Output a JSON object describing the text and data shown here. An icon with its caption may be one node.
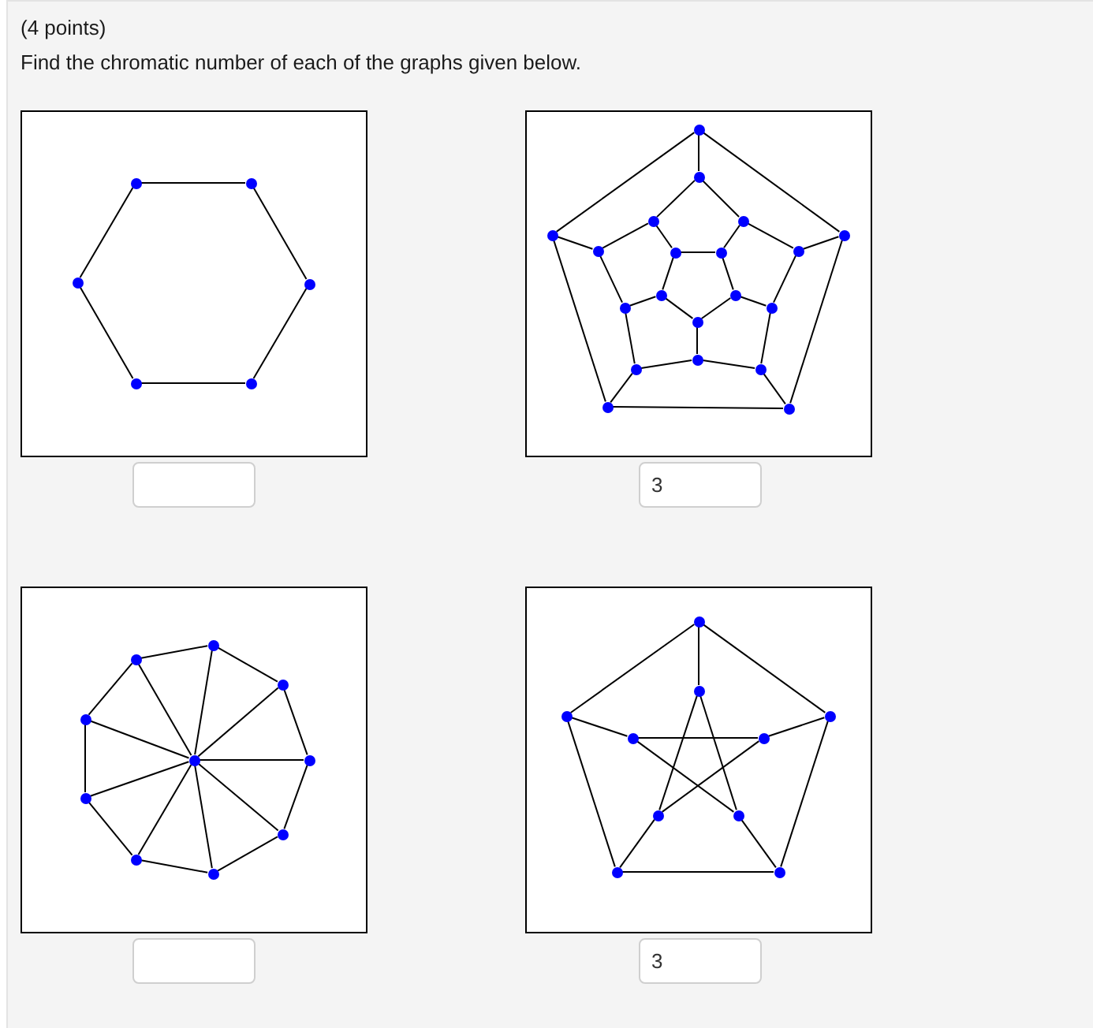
{
  "diagram": {
    "nodes": [
      {
        "text": [],
        "shape": "box"
      },
      {
        "text": [],
        "shape": "circle",
        "in": 0
      },
      {
        "text": [],
        "shape": "circle",
        "in": 0
      },
      {
        "text": [],
        "shape": "circle",
        "in": 0
      },
      {
        "text": [],
        "shape": "circle",
        "in": 0
      },
      {
        "text": [],
        "shape": "circle",
        "in": 0
      },
      {
        "text": [],
        "shape": "circle",
        "in": 0
      },
      {
        "text": [],
        "shape": "box"
      },
      {
        "text": [],
        "shape": "circle",
        "in": 7
      },
      {
        "text": [],
        "shape": "circle",
        "in": 7
      },
      {
        "text": [],
        "shape": "circle",
        "in": 7
      },
      {
        "text": [],
        "shape": "circle",
        "in": 7
      },
      {
        "text": [],
        "shape": "circle",
        "in": 7
      },
      {
        "text": [],
        "shape": "circle",
        "in": 7
      },
      {
        "text": [],
        "shape": "circle",
        "in": 7
      },
      {
        "text": [],
        "shape": "circle",
        "in": 7
      },
      {
        "text": [],
        "shape": "circle",
        "in": 7
      },
      {
        "text": [],
        "shape": "circle",
        "in": 7
      },
      {
        "text": [],
        "shape": "circle",
        "in": 7
      },
      {
        "text": [],
        "shape": "circle",
        "in": 7
      },
      {
        "text": [],
        "shape": "circle",
        "in": 7
      },
      {
        "text": [],
        "shape": "circle",
        "in": 7
      },
      {
        "text": [],
        "shape": "circle",
        "in": 7
      },
      {
        "text": [],
        "shape": "circle",
        "in": 7
      },
      {
        "text": [],
        "shape": "circle",
        "in": 7
      },
      {
        "text": [],
        "shape": "circle",
        "in": 7
      },
      {
        "text": [],
        "shape": "circle",
        "in": 7
      },
      {
        "text": [],
        "shape": "circle",
        "in": 7
      },
      {
        "text": [],
        "shape": "box"
      },
      {
        "text": [],
        "shape": "circle",
        "in": 28
      },
      {
        "text": [],
        "shape": "circle",
        "in": 28
      },
      {
        "text": [],
        "shape": "circle",
        "in": 28
      },
      {
        "text": [],
        "shape": "circle",
        "in": 28
      },
      {
        "text": [],
        "shape": "circle",
        "in": 28
      },
      {
        "text": [],
        "shape": "circle",
        "in": 28
      },
      {
        "text": [],
        "shape": "circle",
        "in": 28
      },
      {
        "text": [],
        "shape": "circle",
        "in": 28
      },
      {
        "text": [],
        "shape": "circle",
        "in": 28
      },
      {
        "text": [],
        "shape": "circle",
        "in": 28
      },
      {
        "text": [],
        "shape": "box"
      },
      {
        "text": [],
        "shape": "circle",
        "in": 39
      },
      {
        "text": [],
        "shape": "circle",
        "in": 39
      },
      {
        "text": [],
        "shape": "circle",
        "in": 39
      },
      {
        "text": [],
        "shape": "circle",
        "in": 39
      },
      {
        "text": [],
        "shape": "circle",
        "in": 39
      },
      {
        "text": [],
        "shape": "circle",
        "in": 39
      },
      {
        "text": [],
        "shape": "circle",
        "in": 39
      },
      {
        "text": [],
        "shape": "circle",
        "in": 39
      },
      {
        "text": [],
        "shape": "circle",
        "in": 39
      },
      {
        "text": [],
        "shape": "circle",
        "in": 39
      }
    ],
    "edges": [
      {
        "from": 1,
        "to": 2,
        "arrow": "none"
      },
      {
        "from": 2,
        "to": 3,
        "arrow": "none"
      },
      {
        "from": 3,
        "to": 4,
        "arrow": "none"
      },
      {
        "from": 4,
        "to": 5,
        "arrow": "none"
      },
      {
        "from": 5,
        "to": 6,
        "arrow": "none"
      },
      {
        "from": 6,
        "to": 1,
        "arrow": "none"
      },
      {
        "from": 8,
        "to": 9,
        "arrow": "none"
      },
      {
        "from": 9,
        "to": 10,
        "arrow": "none"
      },
      {
        "from": 10,
        "to": 11,
        "arrow": "none"
      },
      {
        "from": 11,
        "to": 12,
        "arrow": "none"
      },
      {
        "from": 12,
        "to": 8,
        "arrow": "none"
      },
      {
        "from": 8,
        "to": 13,
        "arrow": "none"
      },
      {
        "from": 9,
        "to": 15,
        "arrow": "none"
      },
      {
        "from": 10,
        "to": 17,
        "arrow": "none"
      },
      {
        "from": 11,
        "to": 19,
        "arrow": "none"
      },
      {
        "from": 12,
        "to": 21,
        "arrow": "none"
      },
      {
        "from": 13,
        "to": 14,
        "arrow": "none"
      },
      {
        "from": 14,
        "to": 15,
        "arrow": "none"
      },
      {
        "from": 15,
        "to": 16,
        "arrow": "none"
      },
      {
        "from": 16,
        "to": 17,
        "arrow": "none"
      },
      {
        "from": 17,
        "to": 18,
        "arrow": "none"
      },
      {
        "from": 18,
        "to": 19,
        "arrow": "none"
      },
      {
        "from": 19,
        "to": 20,
        "arrow": "none"
      },
      {
        "from": 20,
        "to": 21,
        "arrow": "none"
      },
      {
        "from": 21,
        "to": 22,
        "arrow": "none"
      },
      {
        "from": 22,
        "to": 13,
        "arrow": "none"
      },
      {
        "from": 14,
        "to": 24,
        "arrow": "none"
      },
      {
        "from": 16,
        "to": 25,
        "arrow": "none"
      },
      {
        "from": 18,
        "to": 26,
        "arrow": "none"
      },
      {
        "from": 20,
        "to": 27,
        "arrow": "none"
      },
      {
        "from": 22,
        "to": 23,
        "arrow": "none"
      },
      {
        "from": 23,
        "to": 24,
        "arrow": "none"
      },
      {
        "from": 24,
        "to": 25,
        "arrow": "none"
      },
      {
        "from": 25,
        "to": 26,
        "arrow": "none"
      },
      {
        "from": 26,
        "to": 27,
        "arrow": "none"
      },
      {
        "from": 27,
        "to": 23,
        "arrow": "none"
      },
      {
        "from": 30,
        "to": 31,
        "arrow": "none"
      },
      {
        "from": 31,
        "to": 32,
        "arrow": "none"
      },
      {
        "from": 32,
        "to": 33,
        "arrow": "none"
      },
      {
        "from": 33,
        "to": 34,
        "arrow": "none"
      },
      {
        "from": 34,
        "to": 35,
        "arrow": "none"
      },
      {
        "from": 35,
        "to": 36,
        "arrow": "none"
      },
      {
        "from": 36,
        "to": 37,
        "arrow": "none"
      },
      {
        "from": 37,
        "to": 38,
        "arrow": "none"
      },
      {
        "from": 38,
        "to": 30,
        "arrow": "none"
      },
      {
        "from": 29,
        "to": 30,
        "arrow": "none"
      },
      {
        "from": 29,
        "to": 31,
        "arrow": "none"
      },
      {
        "from": 29,
        "to": 32,
        "arrow": "none"
      },
      {
        "from": 29,
        "to": 33,
        "arrow": "none"
      },
      {
        "from": 29,
        "to": 34,
        "arrow": "none"
      },
      {
        "from": 29,
        "to": 35,
        "arrow": "none"
      },
      {
        "from": 29,
        "to": 36,
        "arrow": "none"
      },
      {
        "from": 29,
        "to": 37,
        "arrow": "none"
      },
      {
        "from": 29,
        "to": 38,
        "arrow": "none"
      },
      {
        "from": 40,
        "to": 41,
        "arrow": "none"
      },
      {
        "from": 41,
        "to": 42,
        "arrow": "none"
      },
      {
        "from": 42,
        "to": 43,
        "arrow": "none"
      },
      {
        "from": 43,
        "to": 44,
        "arrow": "none"
      },
      {
        "from": 44,
        "to": 40,
        "arrow": "none"
      },
      {
        "from": 40,
        "to": 45,
        "arrow": "none"
      },
      {
        "from": 41,
        "to": 46,
        "arrow": "none"
      },
      {
        "from": 42,
        "to": 47,
        "arrow": "none"
      },
      {
        "from": 43,
        "to": 48,
        "arrow": "none"
      },
      {
        "from": 44,
        "to": 49,
        "arrow": "none"
      },
      {
        "from": 45,
        "to": 47,
        "arrow": "none"
      },
      {
        "from": 45,
        "to": 48,
        "arrow": "none"
      },
      {
        "from": 49,
        "to": 46,
        "arrow": "none"
      },
      {
        "from": 49,
        "to": 47,
        "arrow": "none"
      },
      {
        "from": 46,
        "to": 48,
        "arrow": "none"
      }
    ],
    "labels": [
      "(4 points)",
      "Find the chromatic number of each of the graphs given below.",
      "3",
      "3"
    ]
  }
}
